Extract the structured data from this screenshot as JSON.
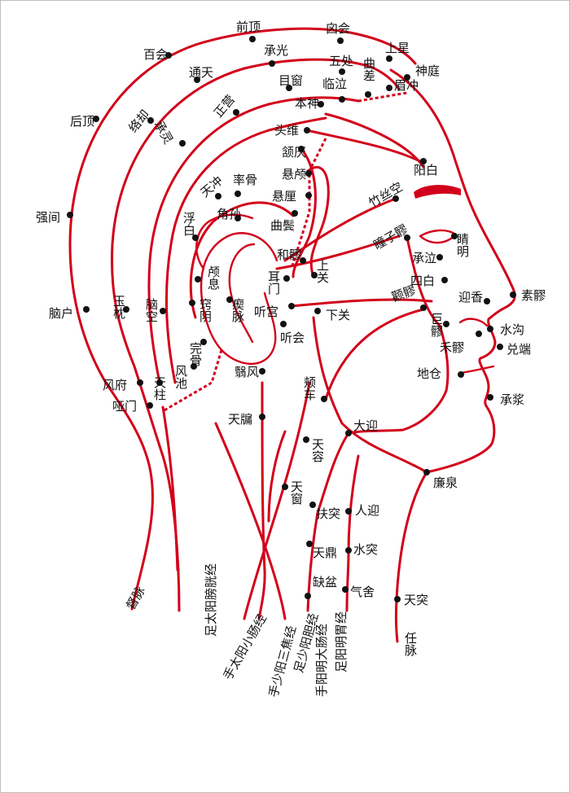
{
  "points": [
    {
      "id": "qianding",
      "text": "前顶",
      "dot": "on"
    },
    {
      "id": "xinhui",
      "text": "囟会",
      "dot": "on"
    },
    {
      "id": "baihui",
      "text": "百会",
      "dot": "on"
    },
    {
      "id": "chengguang",
      "text": "承光",
      "dot": "on"
    },
    {
      "id": "shangxing",
      "text": "上星",
      "dot": "on"
    },
    {
      "id": "shenting",
      "text": "神庭",
      "dot": "on"
    },
    {
      "id": "tongtian",
      "text": "通天",
      "dot": "on"
    },
    {
      "id": "wuchu",
      "text": "五处",
      "dot": "on"
    },
    {
      "id": "qucha",
      "text": "曲差",
      "dot": "on"
    },
    {
      "id": "meichong",
      "text": "眉冲",
      "dot": "on"
    },
    {
      "id": "muchuang",
      "text": "目窗",
      "dot": "on"
    },
    {
      "id": "linqi",
      "text": "临泣",
      "dot": "on"
    },
    {
      "id": "houding",
      "text": "后顶",
      "dot": "on"
    },
    {
      "id": "luoque",
      "text": "络却",
      "dot": "on"
    },
    {
      "id": "zhengying",
      "text": "正营",
      "dot": "on"
    },
    {
      "id": "benshen",
      "text": "本神",
      "dot": "on"
    },
    {
      "id": "chengling",
      "text": "承灵",
      "dot": "on"
    },
    {
      "id": "touwei",
      "text": "头维",
      "dot": "on"
    },
    {
      "id": "hanyan",
      "text": "颔厌",
      "dot": "on"
    },
    {
      "id": "xuanlu",
      "text": "悬颅",
      "dot": "on"
    },
    {
      "id": "xuanli",
      "text": "悬厘",
      "dot": "on"
    },
    {
      "id": "tianchong",
      "text": "天冲",
      "dot": "on"
    },
    {
      "id": "shuaigu",
      "text": "率骨",
      "dot": "on"
    },
    {
      "id": "jiaosun",
      "text": "角孙",
      "dot": "on"
    },
    {
      "id": "qubin",
      "text": "曲鬓",
      "dot": "on"
    },
    {
      "id": "yangbai",
      "text": "阳白",
      "dot": "on"
    },
    {
      "id": "sizhukong",
      "text": "竹丝空",
      "dot": "on"
    },
    {
      "id": "qiangjian",
      "text": "强间",
      "dot": "on"
    },
    {
      "id": "fubai",
      "text": "浮白",
      "dot": "on"
    },
    {
      "id": "luxi",
      "text": "颅息",
      "dot": "on"
    },
    {
      "id": "heliao",
      "text": "和髎",
      "dot": "on"
    },
    {
      "id": "tongziliao",
      "text": "瞳子髎",
      "dot": "on"
    },
    {
      "id": "jingming",
      "text": "睛明",
      "dot": "on"
    },
    {
      "id": "ermen",
      "text": "耳门",
      "dot": "on"
    },
    {
      "id": "shangguan",
      "text": "上关",
      "dot": "on"
    },
    {
      "id": "chengqi",
      "text": "承泣",
      "dot": "on"
    },
    {
      "id": "sibai",
      "text": "四白",
      "dot": "on"
    },
    {
      "id": "quanliao",
      "text": "颧髎",
      "dot": "on"
    },
    {
      "id": "naohu",
      "text": "脑户",
      "dot": "on"
    },
    {
      "id": "yuzhen",
      "text": "玉枕",
      "dot": "on"
    },
    {
      "id": "naokong",
      "text": "脑空",
      "dot": "on"
    },
    {
      "id": "qiaoyin",
      "text": "窍阴",
      "dot": "on"
    },
    {
      "id": "chimai",
      "text": "瘈脉",
      "dot": "on"
    },
    {
      "id": "tinggong",
      "text": "听宫",
      "dot": "on"
    },
    {
      "id": "xiaguan",
      "text": "下关",
      "dot": "on"
    },
    {
      "id": "yingxiang",
      "text": "迎香",
      "dot": "on"
    },
    {
      "id": "suliao",
      "text": "素髎",
      "dot": "on"
    },
    {
      "id": "juliao",
      "text": "巨髎",
      "dot": "on"
    },
    {
      "id": "shuigou",
      "text": "水沟",
      "dot": "on"
    },
    {
      "id": "tinghui",
      "text": "听会",
      "dot": "on"
    },
    {
      "id": "wangu",
      "text": "完骨",
      "dot": "on"
    },
    {
      "id": "heliao2",
      "text": "禾髎",
      "dot": "on"
    },
    {
      "id": "duiduan",
      "text": "兑端",
      "dot": "on"
    },
    {
      "id": "fengfu",
      "text": "风府",
      "dot": "on"
    },
    {
      "id": "tianzhu",
      "text": "天柱",
      "dot": "on"
    },
    {
      "id": "fengchi",
      "text": "风池",
      "dot": "on"
    },
    {
      "id": "yifeng",
      "text": "翳风",
      "dot": "on"
    },
    {
      "id": "jiache",
      "text": "颊车",
      "dot": "on"
    },
    {
      "id": "dicang",
      "text": "地仓",
      "dot": "on"
    },
    {
      "id": "yamen",
      "text": "哑门",
      "dot": "on"
    },
    {
      "id": "chengjiang",
      "text": "承浆",
      "dot": "on"
    },
    {
      "id": "tianyou",
      "text": "天牖",
      "dot": "on"
    },
    {
      "id": "daying",
      "text": "大迎",
      "dot": "on"
    },
    {
      "id": "tianrong",
      "text": "天容",
      "dot": "on"
    },
    {
      "id": "lianquan",
      "text": "廉泉",
      "dot": "on"
    },
    {
      "id": "tianchuang",
      "text": "天窗",
      "dot": "on"
    },
    {
      "id": "futu",
      "text": "扶突",
      "dot": "on"
    },
    {
      "id": "renying",
      "text": "人迎",
      "dot": "on"
    },
    {
      "id": "tianding",
      "text": "天鼎",
      "dot": "on"
    },
    {
      "id": "shuitu",
      "text": "水突",
      "dot": "on"
    },
    {
      "id": "quepen",
      "text": "缺盆",
      "dot": "on"
    },
    {
      "id": "qishe",
      "text": "气舍",
      "dot": "on"
    },
    {
      "id": "tiantu",
      "text": "天突",
      "dot": "on"
    }
  ],
  "meridians": [
    {
      "id": "dumai",
      "text": "督脉"
    },
    {
      "id": "zutaiyang",
      "text": "足太阳膀胱经"
    },
    {
      "id": "shoutaiyang",
      "text": "手太阳小肠经"
    },
    {
      "id": "shoushaoyang",
      "text": "手少阳三焦经"
    },
    {
      "id": "zushaoyang",
      "text": "足少阳胆经"
    },
    {
      "id": "shouyangming",
      "text": "手阳明大肠经"
    },
    {
      "id": "zuyangming",
      "text": "足阳明胃经"
    },
    {
      "id": "renmai",
      "text": "任脉"
    }
  ],
  "colors": {
    "meridian_line": "#d2001a",
    "point_dot": "#111111",
    "text": "#111111",
    "background": "#ffffff"
  }
}
